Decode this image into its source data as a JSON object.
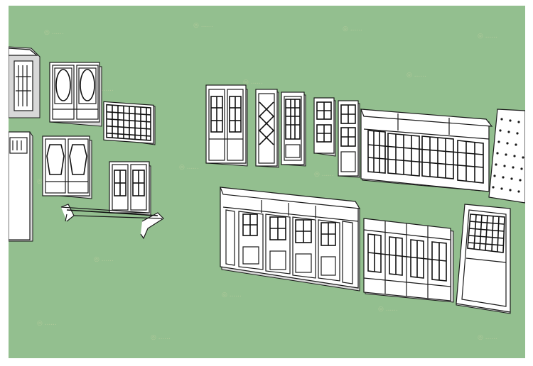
{
  "viewport": {
    "background": "#93bf8f",
    "border": "#ffffff",
    "model_line_color": "#1a1a1a",
    "model_face_color": "#ffffff"
  },
  "objects": [
    {
      "id": "pavilion-fragment",
      "icon": "pavilion-icon"
    },
    {
      "id": "double-door-ovals",
      "icon": "door-icon"
    },
    {
      "id": "lattice-panel",
      "icon": "window-icon"
    },
    {
      "id": "tall-wall-panel",
      "icon": "wall-icon"
    },
    {
      "id": "double-door-hex",
      "icon": "door-icon"
    },
    {
      "id": "small-double-door",
      "icon": "door-icon"
    },
    {
      "id": "bench-frame",
      "icon": "furniture-icon"
    },
    {
      "id": "pair-door-a",
      "icon": "door-icon"
    },
    {
      "id": "single-diamond-door",
      "icon": "door-icon"
    },
    {
      "id": "single-grid-door",
      "icon": "door-icon"
    },
    {
      "id": "narrow-door-a",
      "icon": "door-icon"
    },
    {
      "id": "narrow-door-b",
      "icon": "door-icon"
    },
    {
      "id": "wide-facade-lattice",
      "icon": "facade-icon"
    },
    {
      "id": "dotted-screen",
      "icon": "screen-icon"
    },
    {
      "id": "four-door-facade",
      "icon": "facade-icon"
    },
    {
      "id": "four-panel-door",
      "icon": "door-icon"
    },
    {
      "id": "grid-window-door",
      "icon": "door-icon"
    }
  ]
}
